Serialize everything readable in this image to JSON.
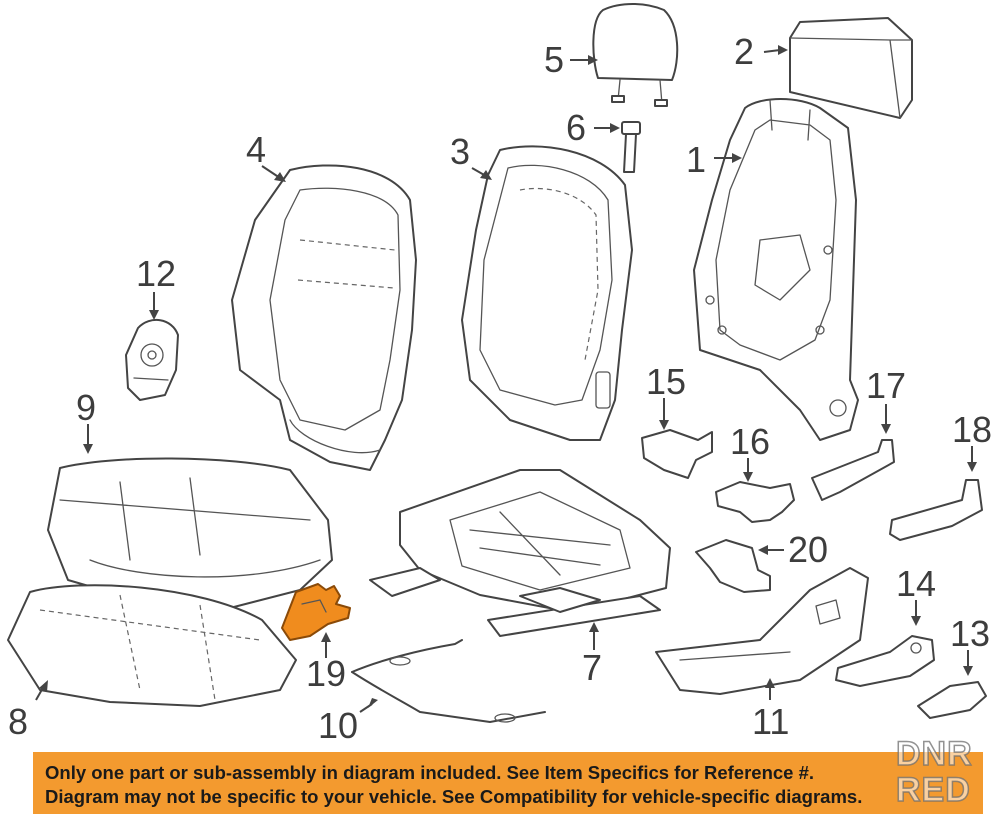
{
  "callouts": {
    "c1": "1",
    "c2": "2",
    "c3": "3",
    "c4": "4",
    "c5": "5",
    "c6": "6",
    "c7": "7",
    "c8": "8",
    "c9": "9",
    "c10": "10",
    "c11": "11",
    "c12": "12",
    "c13": "13",
    "c14": "14",
    "c15": "15",
    "c16": "16",
    "c17": "17",
    "c18": "18",
    "c19": "19",
    "c20": "20"
  },
  "highlighted_part": "19",
  "colors": {
    "highlight": "#f08c1e",
    "banner": "#f39a2f",
    "line_art": "#444444"
  },
  "notice": {
    "line1": "Only one part or sub-assembly in diagram included. See Item Specifics for Reference #.",
    "line2": "Diagram may not be specific to your vehicle. See Compatibility for vehicle-specific diagrams."
  },
  "watermark": {
    "line1": "DNR",
    "line2": "RED"
  }
}
